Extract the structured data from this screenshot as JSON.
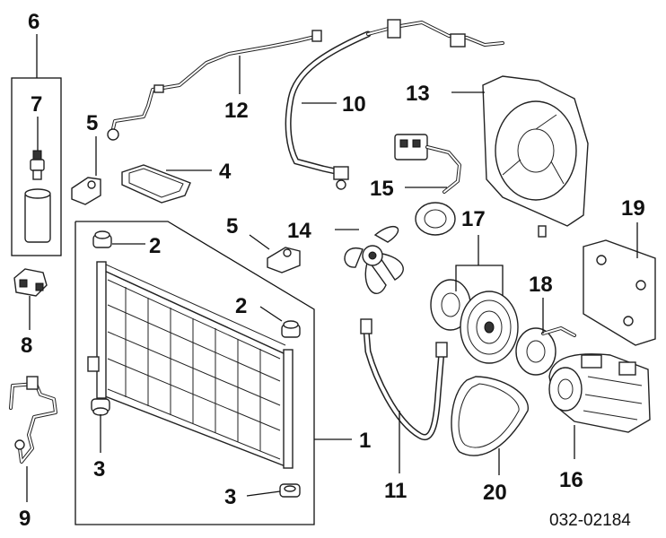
{
  "diagram": {
    "catalog_code": "032-02184",
    "callouts": {
      "c1": "1",
      "c2a": "2",
      "c2b": "2",
      "c3a": "3",
      "c3b": "3",
      "c4": "4",
      "c5a": "5",
      "c5b": "5",
      "c6": "6",
      "c7": "7",
      "c8": "8",
      "c9": "9",
      "c10": "10",
      "c11": "11",
      "c12": "12",
      "c13": "13",
      "c14": "14",
      "c15": "15",
      "c16": "16",
      "c17": "17",
      "c18": "18",
      "c19": "19",
      "c20": "20"
    }
  }
}
